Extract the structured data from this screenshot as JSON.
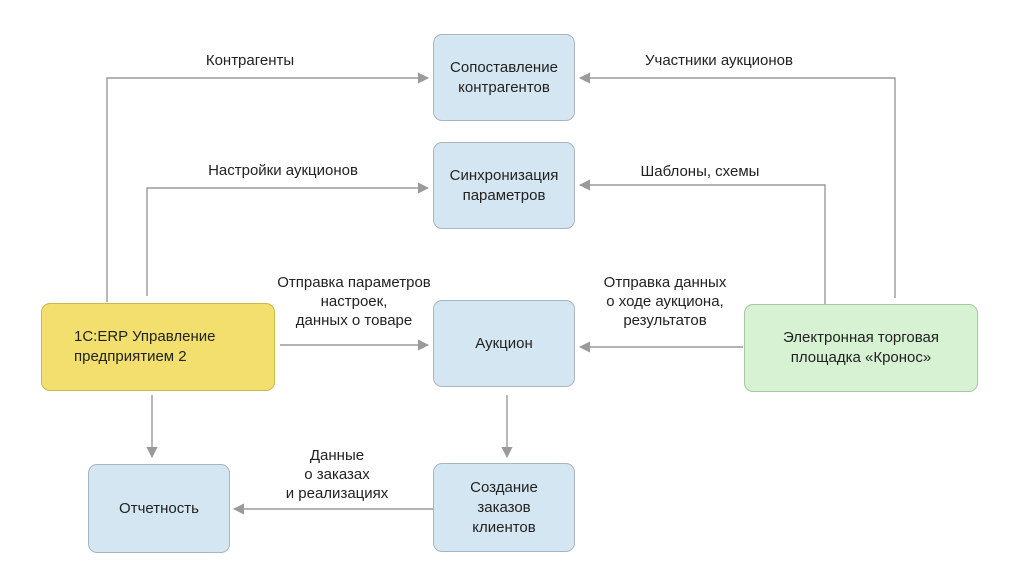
{
  "boxes": {
    "match": "Сопоставление\nконтрагентов",
    "sync": "Синхронизация\nпараметров",
    "auction": "Аукцион",
    "orders": "Создание\nзаказов\nклиентов",
    "reports": "Отчетность",
    "erp": "1С:ERP Управление\nпредприятием 2",
    "kronos": "Электронная торговая\nплощадка «Кронос»"
  },
  "labels": {
    "counterparties": "Контрагенты",
    "auction_participants": "Участники аукционов",
    "auction_settings": "Настройки аукционов",
    "templates": "Шаблоны, схемы",
    "send_params": "Отправка параметров\nнастроек,\nданных о товаре",
    "send_data": "Отправка данных\nо ходе аукциона,\nрезультатов",
    "orders_data": "Данные\nо заказах\nи реализациях"
  },
  "colors": {
    "arrow": "#9a9a9a",
    "node_blue": "#d4e6f1",
    "node_yellow": "#f2df6e",
    "node_green": "#d6f2d3"
  }
}
